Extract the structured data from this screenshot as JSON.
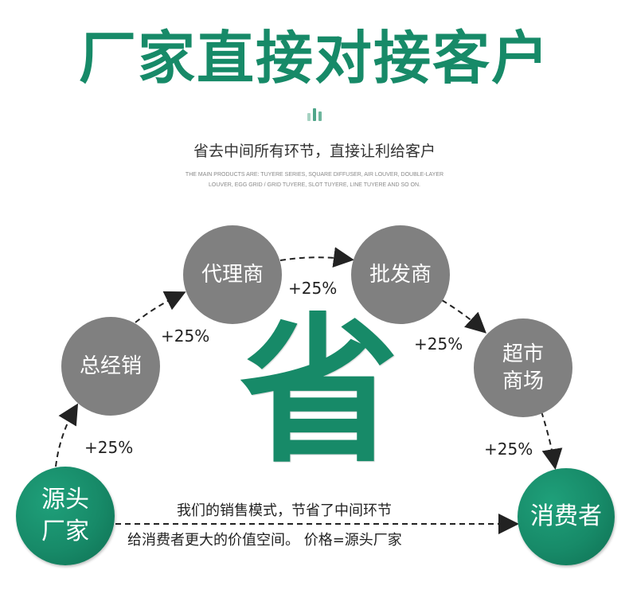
{
  "header": {
    "title": "厂家直接对接客户",
    "subtitle": "省去中间所有环节，直接让利给客户",
    "description_line1": "THE MAIN PRODUCTS ARE: TUYERE SERIES, SQUARE DIFFUSER, AIR LOUVER, DOUBLE-LAYER",
    "description_line2": "LOUVER, EGG GRID / GRID TUYERE, SLOT TUYERE, LINE TUYERE AND SO ON."
  },
  "colors": {
    "brand_green": "#178a68",
    "node_gray": "#808080",
    "arrow": "#222222"
  },
  "diagram": {
    "center_char": "省",
    "source": {
      "line1": "源头",
      "line2": "厂家"
    },
    "consumer": {
      "label": "消费者"
    },
    "intermediaries": [
      {
        "label": "总经销"
      },
      {
        "label": "代理商"
      },
      {
        "label": "批发商"
      },
      {
        "line1": "超市",
        "line2": "商场"
      }
    ],
    "markups": [
      "+25%",
      "+25%",
      "+25%",
      "+25%",
      "+25%"
    ],
    "direct_line_top": "我们的销售模式，节省了中间环节",
    "direct_line_bottom": "给消费者更大的价值空间。 价格=源头厂家"
  }
}
